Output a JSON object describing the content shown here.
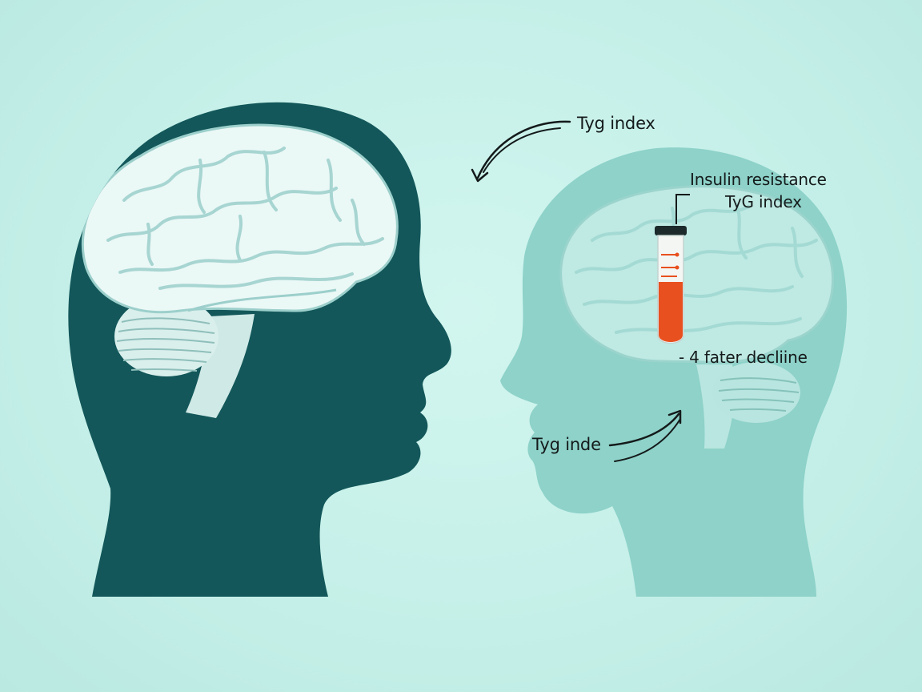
{
  "labels": {
    "tyg_top": "Tyg index",
    "insulin_resistance": "Insulin resistance",
    "tyg_index": "TyG index",
    "decline": "- 4 fater decliine",
    "tyg_bottom": "Tyg inde"
  },
  "colors": {
    "background": "#c6f1ea",
    "left_head": "#13575a",
    "right_head": "#8ed2c9",
    "brain": "#eaf8f6",
    "brain_outline": "#9ccfcb",
    "tube_fill": "#e8501f",
    "ink": "#141a1a"
  },
  "icons": {
    "left": "head-profile-with-brain-icon",
    "right": "faded-head-profile-with-brain-icon",
    "tube": "blood-test-tube-icon"
  }
}
